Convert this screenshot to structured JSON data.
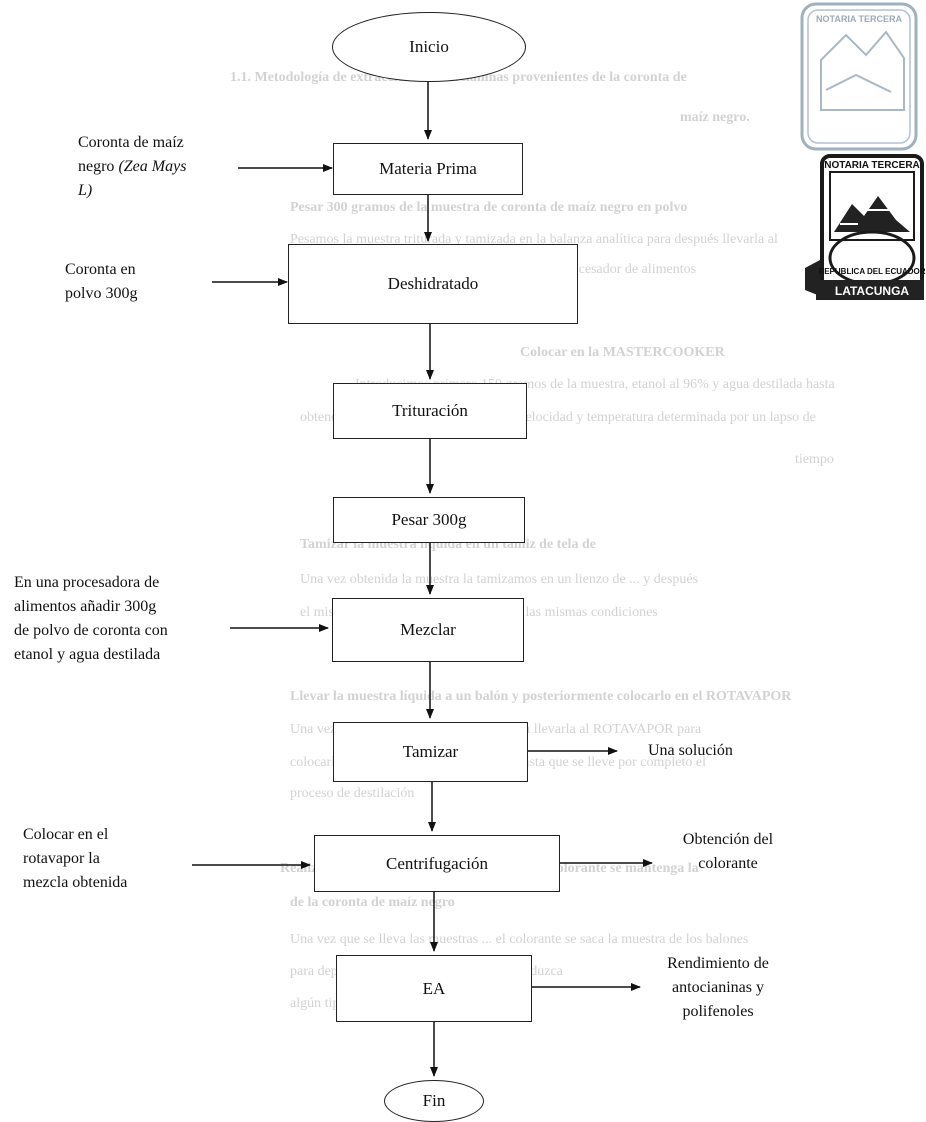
{
  "background_text": {
    "line1": "1.1.      Metodología de extracción de antocianinas provenientes de la coronta de",
    "line2": "maíz negro.",
    "line3": "Pesar 300 gramos de la muestra de coronta de maíz negro en polvo",
    "line4": "Pesamos la muestra triturada y tamizada en la balanza analítica para después llevarla al",
    "line5": "procesador de alimentos",
    "line6": "Colocar en la MASTERCOOKER",
    "line7": "Introducimos primero 150 gramos de la muestra, etanol al 96% y agua destilada hasta",
    "line8": "obtener una muestra homogénea a una velocidad y temperatura determinada por un lapso de",
    "line9": "tiempo",
    "line10": "Tamizar la muestra líquida en un tamiz de tela de",
    "line11": "Una vez obtenida la muestra la tamizamos en un lienzo de ... y después",
    "line12": "el mismo paso con los 150g sobrantes a las mismas condiciones",
    "line13": "Llevar la muestra líquida a un balón y posteriormente colocarlo en el ROTAVAPOR",
    "line14": "Una vez obtenida la muestra procedemos a llevarla al ROTAVAPOR para",
    "line15": "colocarla en los balones una cantidad ... hasta que se lleve por completo el",
    "line16": "proceso de destilación",
    "line17": "Realizar las respectivas corridas hasta que el colorante se mantenga la",
    "line18": "de la coronta de maíz negro",
    "line19": "Una vez que se lleva las muestras ... el colorante se saca la muestra de los balones",
    "line20": "para depositarla ... que entre la luz y se produzca",
    "line21": "algún tipo de daño"
  },
  "flow": {
    "start": "Inicio",
    "materia_prima": "Materia Prima",
    "deshidratado": "Deshidratado",
    "trituracion": "Trituración",
    "pesar": "Pesar 300g",
    "mezclar": "Mezclar",
    "tamizar": "Tamizar",
    "centrifugacion": "Centrifugación",
    "ea": "EA",
    "end": "Fin"
  },
  "inputs": {
    "coronta_l1": "Coronta de maíz",
    "coronta_l2_plain": "negro ",
    "coronta_l2_italic": "(Zea Mays",
    "coronta_l3_italic": "L)",
    "polvo_l1": "Coronta en",
    "polvo_l2": "polvo 300g",
    "proc_l1": "En una procesadora de",
    "proc_l2": "alimentos añadir 300g",
    "proc_l3": "de polvo de coronta con",
    "proc_l4": "etanol y agua destilada",
    "rota_l1": "Colocar en el",
    "rota_l2": "rotavapor la",
    "rota_l3": "mezcla obtenida"
  },
  "outputs": {
    "solucion": "Una solución",
    "colorante_l1": "Obtención del",
    "colorante_l2": "colorante",
    "rend_l1": "Rendimiento de",
    "rend_l2": "antocianinas y",
    "rend_l3": "polifenoles"
  },
  "stamps": {
    "stamp1_top": "NOTARIA TERCERA",
    "stamp2_top": "NOTARIA TERCERA",
    "stamp2_ring": "REPUBLICA DEL ECUADOR",
    "stamp2_banner": "LATACUNGA"
  }
}
